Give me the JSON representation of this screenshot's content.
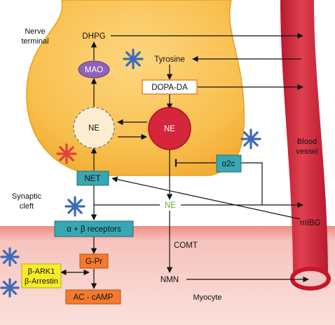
{
  "labels": {
    "nerve_terminal": [
      "Nerve",
      "terminal"
    ],
    "synaptic_cleft": [
      "Synaptic",
      "cleft"
    ],
    "blood_vessel": [
      "Blood",
      "vessel"
    ],
    "myocyte": "Myocyte"
  },
  "nodes": {
    "dhpg": "DHPG",
    "mao": "MAO",
    "tyrosine": "Tyrosine",
    "dopa_da": "DOPA-DA",
    "ne_vesicle": "NE",
    "ne_granule": "NE",
    "alpha2c": "α2c",
    "net": "NET",
    "ne_cleft": "NE",
    "mibg": "mIBG",
    "receptors": "α + β receptors",
    "comt": "COMT",
    "gpr": "G-Pr",
    "arrestin": [
      "β-ARK1",
      "β-Arrestin"
    ],
    "ac_camp": "AC - cAMP",
    "nmn": "NMN"
  },
  "colors": {
    "terminal_fill": "#f9c04f",
    "terminal_edge": "#e3a227",
    "myocyte_fill": "#f7c3bd",
    "vessel_fill": "#d8283d",
    "vessel_dark": "#a81226",
    "mao_fill": "#8e63b8",
    "ne_granule_fill": "#d5263c",
    "teal_box": "#39a7b3",
    "orange_box": "#f47a2e",
    "yellow_box": "#f7ec2a",
    "cleft_ne_text": "#5fae2d",
    "asterisk_blue": "#3e6bb6",
    "asterisk_red": "#e2403a"
  },
  "icons": [
    "asterisk-icon"
  ]
}
